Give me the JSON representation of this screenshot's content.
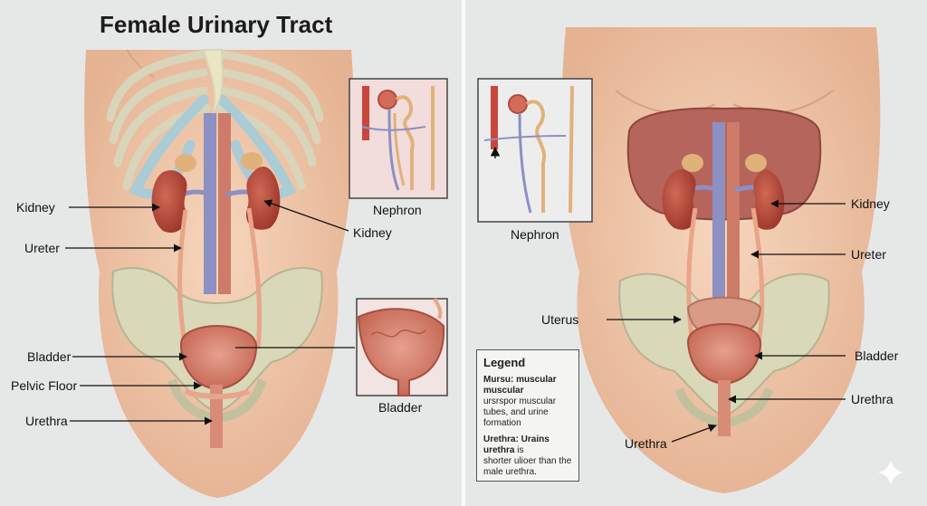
{
  "title": "Female Urinary Tract",
  "left_panel": {
    "labels": {
      "kidney_left": "Kidney",
      "kidney_right": "Kidney",
      "ureter": "Ureter",
      "bladder": "Bladder",
      "pelvic_floor": "Pelvic Floor",
      "urethra": "Urethra"
    },
    "inset_nephron_caption": "Nephron",
    "inset_bladder_caption": "Bladder"
  },
  "right_panel": {
    "labels": {
      "kidney": "Kidney",
      "ureter": "Ureter",
      "uterus": "Uterus",
      "bladder": "Bladder",
      "urethra_right": "Urethra",
      "urethra_bottom": "Urethra"
    },
    "inset_nephron_caption": "Nephron"
  },
  "legend": {
    "title": "Legend",
    "entry1_bold": "Mursu: muscular muscular",
    "entry1_text": "ursrspor muscular tubes, and urine formation",
    "entry2_bold": "Urethra: Urains urethra",
    "entry2_suffix": " is",
    "entry2_text": "shorter ulioer than the male urethra."
  },
  "colors": {
    "background": "#e6e8e8",
    "skin": "#efc8aa",
    "kidney": "#b5473a",
    "bone": "#d8d5ba",
    "cartilage": "#a9ccd6",
    "vein": "#8c90c2",
    "artery": "#cf7b6a"
  }
}
